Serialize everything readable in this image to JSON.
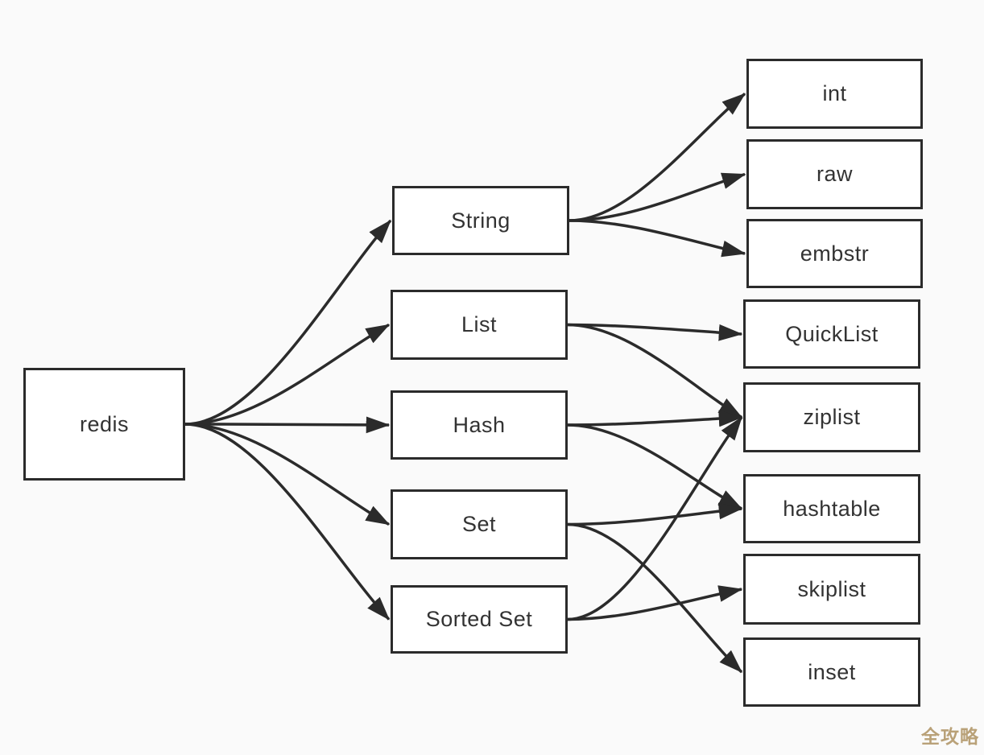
{
  "diagram": {
    "nodes": {
      "redis": {
        "label": "redis"
      },
      "string": {
        "label": "String"
      },
      "list": {
        "label": "List"
      },
      "hash": {
        "label": "Hash"
      },
      "set": {
        "label": "Set"
      },
      "sortedset": {
        "label": "Sorted Set"
      },
      "int": {
        "label": "int"
      },
      "raw": {
        "label": "raw"
      },
      "embstr": {
        "label": "embstr"
      },
      "quicklist": {
        "label": "QuickList"
      },
      "ziplist": {
        "label": "ziplist"
      },
      "hashtable": {
        "label": "hashtable"
      },
      "skiplist": {
        "label": "skiplist"
      },
      "inset": {
        "label": "inset"
      }
    },
    "edges": [
      {
        "from": "redis",
        "to": "string"
      },
      {
        "from": "redis",
        "to": "list"
      },
      {
        "from": "redis",
        "to": "hash"
      },
      {
        "from": "redis",
        "to": "set"
      },
      {
        "from": "redis",
        "to": "sortedset"
      },
      {
        "from": "string",
        "to": "int"
      },
      {
        "from": "string",
        "to": "raw"
      },
      {
        "from": "string",
        "to": "embstr"
      },
      {
        "from": "list",
        "to": "quicklist"
      },
      {
        "from": "list",
        "to": "ziplist"
      },
      {
        "from": "hash",
        "to": "ziplist"
      },
      {
        "from": "hash",
        "to": "hashtable"
      },
      {
        "from": "set",
        "to": "hashtable"
      },
      {
        "from": "set",
        "to": "inset"
      },
      {
        "from": "sortedset",
        "to": "ziplist"
      },
      {
        "from": "sortedset",
        "to": "skiplist"
      }
    ]
  },
  "watermark": {
    "text": "全攻略"
  },
  "colors": {
    "background": "#fafafa",
    "box_fill": "#ffffff",
    "box_border": "#2b2b2b",
    "line": "#2b2b2b",
    "text": "#333333",
    "watermark": "#b9a178"
  }
}
